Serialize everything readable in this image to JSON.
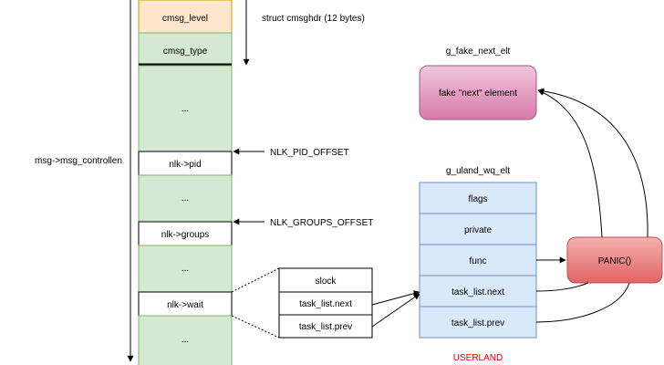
{
  "left_column": {
    "cells": [
      "cmsg_level",
      "cmsg_type",
      "...",
      "nlk->pid",
      "...",
      "nlk->groups",
      "...",
      "nlk->wait",
      "..."
    ],
    "brace_label": "struct cmsghdr (12 bytes)",
    "side_label": "msg->msg_controllen",
    "pid_offset_label": "NLK_PID_OFFSET",
    "groups_offset_label": "NLK_GROUPS_OFFSET"
  },
  "wait_queue": {
    "fields": [
      "slock",
      "task_list.next",
      "task_list.prev"
    ]
  },
  "fake_next": {
    "title": "g_fake_next_elt",
    "body": "fake \"next\" element"
  },
  "uland": {
    "title": "g_uland_wq_elt",
    "fields": [
      "flags",
      "private",
      "func",
      "task_list.next",
      "task_list.prev"
    ]
  },
  "panic": {
    "label": "PANIC()"
  },
  "footer": {
    "label": "USERLAND"
  },
  "colors": {
    "green_fill": "#d5e8d4",
    "orange_fill": "#ffe6cc",
    "blue_fill": "#dae8fc",
    "blue_stroke": "#6c8ebf",
    "pink_fill": "#e6a0c4",
    "red_fill": "#f08080",
    "userland_red": "#e00000"
  }
}
